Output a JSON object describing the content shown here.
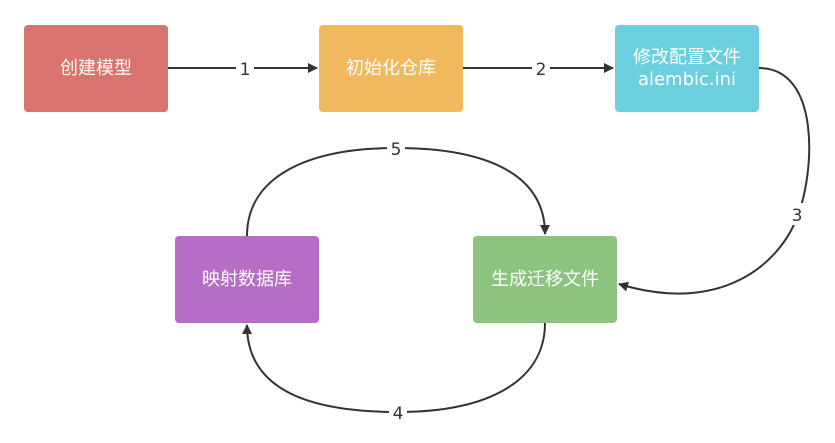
{
  "nodes": {
    "create_model": {
      "label": "创建模型"
    },
    "init_repo": {
      "label": "初始化仓库"
    },
    "config": {
      "line1": "修改配置文件",
      "line2": "alembic.ini"
    },
    "map_db": {
      "label": "映射数据库"
    },
    "gen_migration": {
      "label": "生成迁移文件"
    }
  },
  "edges": {
    "e1": {
      "label": "1"
    },
    "e2": {
      "label": "2"
    },
    "e3": {
      "label": "3"
    },
    "e4": {
      "label": "4"
    },
    "e5": {
      "label": "5"
    }
  },
  "colors": {
    "create_model": "#d9736e",
    "init_repo": "#f0b95e",
    "config": "#6ccfde",
    "map_db": "#b66dc6",
    "gen_migration": "#8cc47f",
    "edge": "#333333"
  }
}
